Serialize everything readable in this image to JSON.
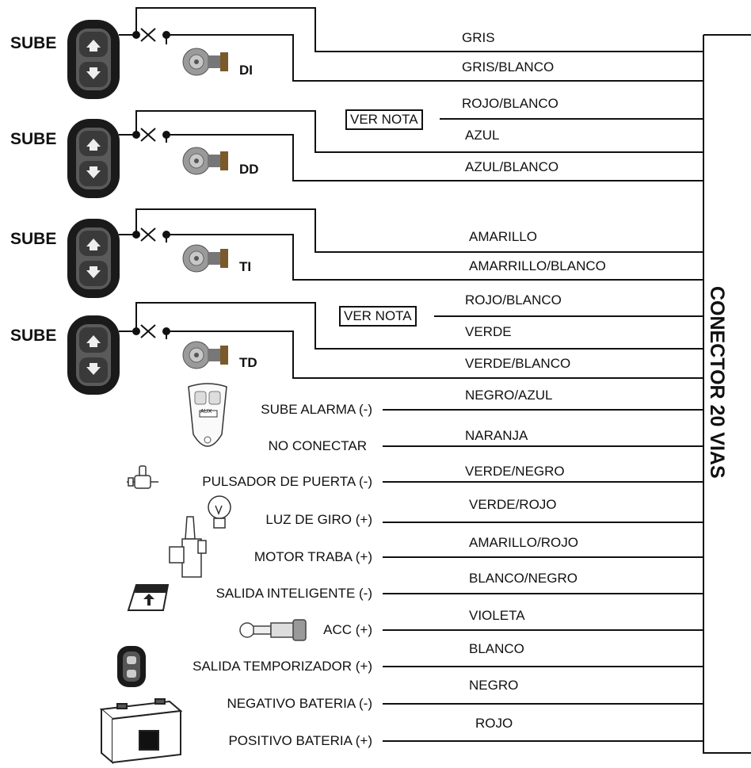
{
  "connector": {
    "label": "CONECTOR 20 VIAS"
  },
  "switches": [
    {
      "sube": "SUBE",
      "door": "DI"
    },
    {
      "sube": "SUBE",
      "door": "DD"
    },
    {
      "sube": "SUBE",
      "door": "TI"
    },
    {
      "sube": "SUBE",
      "door": "TD"
    }
  ],
  "notes": [
    "VER NOTA",
    "VER NOTA"
  ],
  "wires": [
    "GRIS",
    "GRIS/BLANCO",
    "ROJO/BLANCO",
    "AZUL",
    "AZUL/BLANCO",
    "AMARILLO",
    "AMARRILLO/BLANCO",
    "ROJO/BLANCO",
    "VERDE",
    "VERDE/BLANCO",
    "NEGRO/AZUL",
    "NARANJA",
    "VERDE/NEGRO",
    "VERDE/ROJO",
    "AMARILLO/ROJO",
    "BLANCO/NEGRO",
    "VIOLETA",
    "BLANCO",
    "NEGRO",
    "ROJO"
  ],
  "functions": [
    "SUBE ALARMA (-)",
    "NO CONECTAR",
    "PULSADOR DE PUERTA (-)",
    "LUZ DE GIRO (+)",
    "MOTOR TRABA (+)",
    "SALIDA INTELIGENTE (-)",
    "ACC (+)",
    "SALIDA TEMPORIZADOR (+)",
    "NEGATIVO BATERIA (-)",
    "POSITIVO BATERIA (+)"
  ],
  "remote_label": "AUX",
  "icons": [
    "window-switch-icon",
    "window-motor-icon",
    "remote-control-icon",
    "door-pin-switch-icon",
    "bulb-icon",
    "lock-actuator-icon",
    "smart-output-icon",
    "ignition-key-icon",
    "timer-switch-icon",
    "battery-icon"
  ]
}
